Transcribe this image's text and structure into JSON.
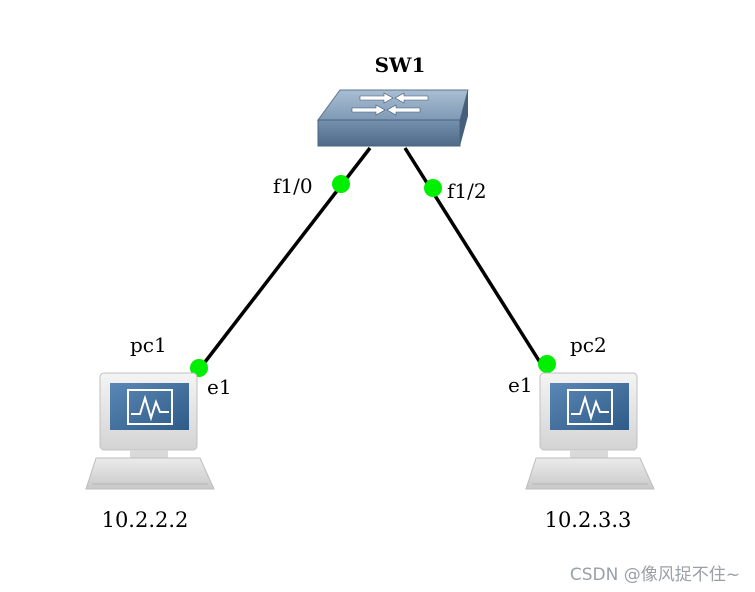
{
  "switch": {
    "label": "SW1",
    "icon": "network-switch-icon"
  },
  "hosts": [
    {
      "label": "pc1",
      "ip": "10.2.2.2",
      "port": "e1",
      "icon": "computer-icon"
    },
    {
      "label": "pc2",
      "ip": "10.2.3.3",
      "port": "e1",
      "icon": "computer-icon"
    }
  ],
  "links": [
    {
      "switch_port": "f1/0",
      "host_port": "e1",
      "host": "pc1"
    },
    {
      "switch_port": "f1/2",
      "host_port": "e1",
      "host": "pc2"
    }
  ],
  "watermark": "CSDN @像风捉不住~",
  "colors": {
    "link": "#000000",
    "port_dot": "#00ee00",
    "switch_top": "#8aa3bf",
    "switch_side": "#5d7794",
    "monitor_screen": "#3b6b9a"
  }
}
